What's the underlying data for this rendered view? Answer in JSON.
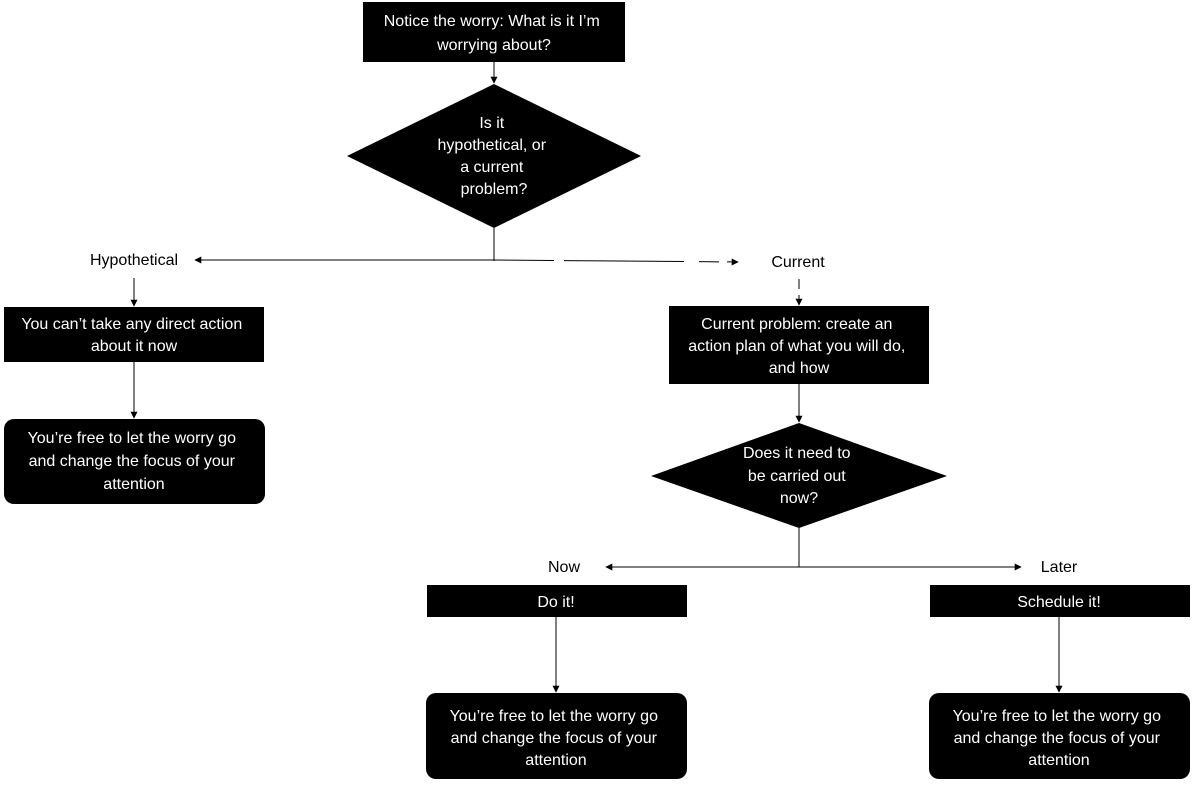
{
  "nodes": {
    "start": {
      "lines": [
        "Notice the worry: What is it I’m",
        "worrying about?"
      ]
    },
    "decision_type": {
      "lines": [
        "Is it",
        "hypothetical, or",
        "a current",
        "problem?"
      ]
    },
    "no_action": {
      "lines": [
        "You can’t take any direct action",
        "about it now"
      ]
    },
    "free_left": {
      "lines": [
        "You’re free to let the worry go",
        "and change the focus of your",
        "attention"
      ]
    },
    "action_plan": {
      "lines": [
        "Current problem: create an",
        "action plan of what you will do,",
        "and how"
      ]
    },
    "decision_now": {
      "lines": [
        "Does it need to",
        "be carried out",
        "now?"
      ]
    },
    "do_it": {
      "lines": [
        "Do it!"
      ]
    },
    "schedule_it": {
      "lines": [
        "Schedule it!"
      ]
    },
    "free_middle": {
      "lines": [
        "You’re free to let the worry go",
        "and change the focus of your",
        "attention"
      ]
    },
    "free_right": {
      "lines": [
        "You’re free to let the worry go",
        "and change the focus of your",
        "attention"
      ]
    }
  },
  "branch_labels": {
    "hypothetical": "Hypothetical",
    "current": "Current",
    "now": "Now",
    "later": "Later"
  }
}
